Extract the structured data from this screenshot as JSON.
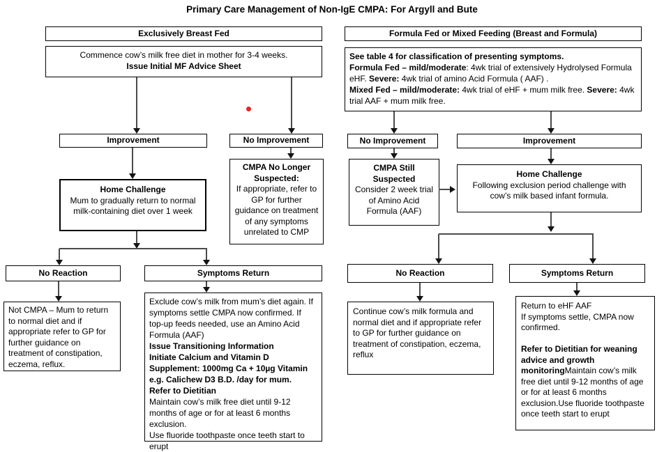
{
  "title": "Primary Care Management of Non-IgE CMPA: For Argyll and Bute",
  "colors": {
    "box_border": "#000000",
    "connector_line": "#4a4a4a",
    "arrow_head": "#141414",
    "marker_dot": "#e8251f"
  },
  "left_branch": {
    "header": "Exclusively Breast Fed",
    "commence": [
      {
        "t": "Commence cow’s milk free diet in mother for 3-4 weeks.",
        "br": 1
      },
      {
        "t": "Issue Initial MF Advice Sheet",
        "b": true
      }
    ],
    "improvement": "Improvement",
    "no_improvement": "No Improvement",
    "home_challenge": [
      {
        "t": "Home Challenge",
        "b": true,
        "br": 1
      },
      {
        "t": "Mum to gradually return to normal milk-containing diet over 1 week"
      }
    ],
    "cmpa_no_longer": [
      {
        "t": "CMPA No Longer Suspected:",
        "b": true,
        "br": 1
      },
      {
        "t": "If appropriate, refer to GP for further guidance on treatment of any symptoms unrelated to CMP"
      }
    ],
    "no_reaction": "No Reaction",
    "symptoms_return": "Symptoms Return",
    "not_cmpa": [
      {
        "t": "Not CMPA – Mum to return to normal diet and if appropriate refer to GP for further guidance on treatment of constipation, eczema, reflux."
      }
    ],
    "exclude_plan": [
      {
        "t": "Exclude cow’s milk from mum’s diet again. If symptoms settle CMPA now confirmed.  If top-up feeds needed, use an Amino Acid Formula (AAF)",
        "br": 1
      },
      {
        "t": "Issue Transitioning Information",
        "b": true,
        "br": 1
      },
      {
        "t": "Initiate Calcium and Vitamin D Supplement: 1000mg Ca + 10µg Vitamin e.g. Calichew D3 B.D. /day for mum.",
        "b": true,
        "br": 1
      },
      {
        "t": "Refer to Dietitian",
        "b": true,
        "br": 1
      },
      {
        "t": "Maintain cow’s milk free diet until 9-12 months of age or for at least 6 months exclusion.",
        "br": 1
      },
      {
        "t": "Use fluoride toothpaste once teeth start to erupt"
      }
    ]
  },
  "right_branch": {
    "header": "Formula Fed or Mixed Feeding (Breast and Formula)",
    "classification": [
      {
        "t": "See table 4 for classification of presenting symptoms.",
        "b": true,
        "br": 1
      },
      {
        "t": "Formula Fed – mild/moderate",
        "b": true
      },
      {
        "t": ": 4wk trial of extensively Hydrolysed Formula eHF.  "
      },
      {
        "t": "Severe:",
        "b": true
      },
      {
        "t": " 4wk trial of amino Acid Formula ( AAF) .",
        "br": 1
      },
      {
        "t": "Mixed Fed – mild/moderate:",
        "b": true
      },
      {
        "t": " 4wk trial of eHF + mum milk free. "
      },
      {
        "t": "Severe:",
        "b": true
      },
      {
        "t": " 4wk trial AAF + mum milk free."
      }
    ],
    "no_improvement": "No Improvement",
    "improvement": "Improvement",
    "cmpa_still": [
      {
        "t": "CMPA Still Suspected",
        "b": true,
        "br": 1
      },
      {
        "t": "Consider 2 week trial of Amino Acid Formula (AAF)"
      }
    ],
    "home_challenge": [
      {
        "t": "Home Challenge",
        "b": true,
        "br": 1
      },
      {
        "t": "Following exclusion period challenge with cow’s milk based infant formula."
      }
    ],
    "no_reaction": "No Reaction",
    "symptoms_return": "Symptoms Return",
    "continue_plan": [
      {
        "t": "Continue cow’s milk formula and normal diet and if appropriate refer to GP for further guidance on treatment of constipation, eczema, reflux"
      }
    ],
    "return_plan": [
      {
        "t": "Return to eHF AAF",
        "br": 1
      },
      {
        "t": "If symptoms settle, CMPA now confirmed.",
        "br": 2
      },
      {
        "t": "Refer to Dietitian for weaning advice and growth monitoring",
        "b": true
      },
      {
        "t": "Maintain cow’s milk free diet until 9-12 months of age or for at least 6 months exclusion.Use fluoride toothpaste once teeth start to erupt"
      }
    ]
  }
}
